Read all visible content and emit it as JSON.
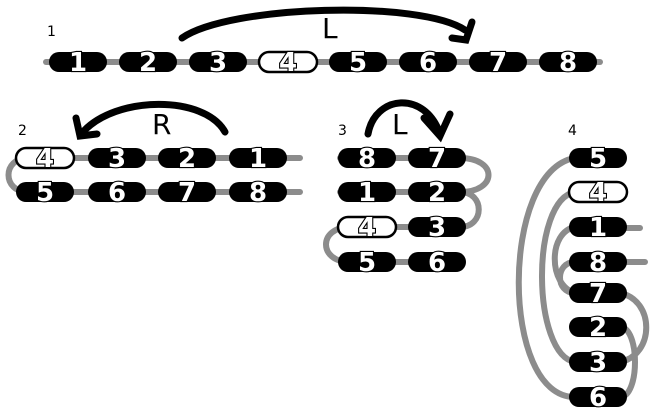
{
  "panels": [
    {
      "id": "1",
      "label": "1",
      "direction": "L",
      "rows": [
        {
          "items": [
            {
              "n": "1",
              "light": false
            },
            {
              "n": "2",
              "light": false
            },
            {
              "n": "3",
              "light": false
            },
            {
              "n": "4",
              "light": true
            },
            {
              "n": "5",
              "light": false
            },
            {
              "n": "6",
              "light": false
            },
            {
              "n": "7",
              "light": false
            },
            {
              "n": "8",
              "light": false
            }
          ]
        }
      ]
    },
    {
      "id": "2",
      "label": "2",
      "direction": "R",
      "rows": [
        {
          "items": [
            {
              "n": "4",
              "light": true
            },
            {
              "n": "3",
              "light": false
            },
            {
              "n": "2",
              "light": false
            },
            {
              "n": "1",
              "light": false
            }
          ]
        },
        {
          "items": [
            {
              "n": "5",
              "light": false
            },
            {
              "n": "6",
              "light": false
            },
            {
              "n": "7",
              "light": false
            },
            {
              "n": "8",
              "light": false
            }
          ]
        }
      ]
    },
    {
      "id": "3",
      "label": "3",
      "direction": "L",
      "rows": [
        {
          "items": [
            {
              "n": "8",
              "light": false
            },
            {
              "n": "7",
              "light": false
            }
          ]
        },
        {
          "items": [
            {
              "n": "1",
              "light": false
            },
            {
              "n": "2",
              "light": false
            }
          ]
        },
        {
          "items": [
            {
              "n": "4",
              "light": true
            },
            {
              "n": "3",
              "light": false
            }
          ]
        },
        {
          "items": [
            {
              "n": "5",
              "light": false
            },
            {
              "n": "6",
              "light": false
            }
          ]
        }
      ]
    },
    {
      "id": "4",
      "label": "4",
      "direction": "",
      "rows": [
        {
          "items": [
            {
              "n": "5",
              "light": false
            }
          ]
        },
        {
          "items": [
            {
              "n": "4",
              "light": true
            }
          ]
        },
        {
          "items": [
            {
              "n": "1",
              "light": false
            }
          ]
        },
        {
          "items": [
            {
              "n": "8",
              "light": false
            }
          ]
        },
        {
          "items": [
            {
              "n": "7",
              "light": false
            }
          ]
        },
        {
          "items": [
            {
              "n": "2",
              "light": false
            }
          ]
        },
        {
          "items": [
            {
              "n": "3",
              "light": false
            }
          ]
        },
        {
          "items": [
            {
              "n": "6",
              "light": false
            }
          ]
        }
      ]
    }
  ],
  "colors": {
    "strip": "#8c8c8c",
    "segment": "#000000",
    "highlight": "#ffffff"
  }
}
